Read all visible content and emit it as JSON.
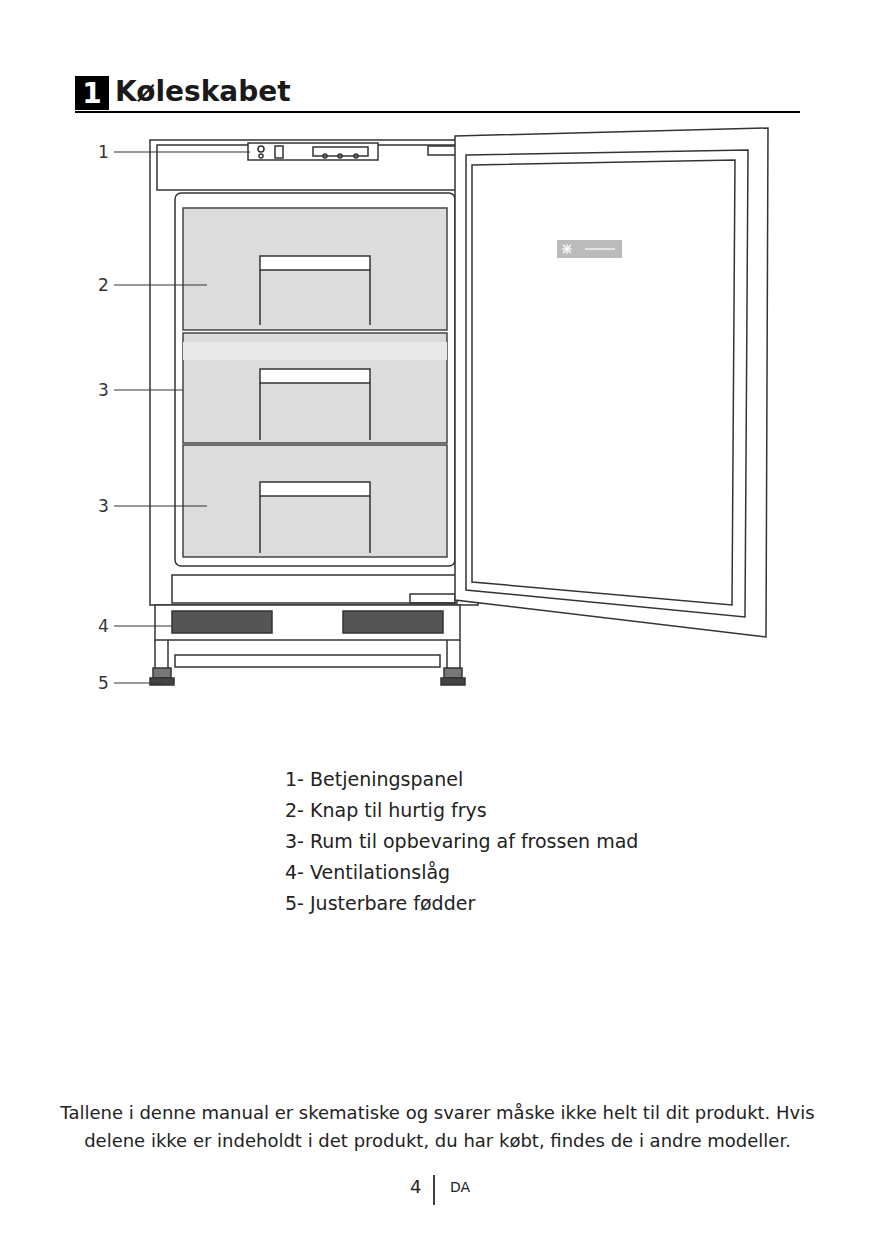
{
  "diagram": {
    "title": "Køleskabet",
    "nodes": [
      {
        "text": [
          "1"
        ]
      }
    ],
    "labels": [
      "1",
      "2",
      "3",
      "3",
      "4",
      "5",
      "1- Betjeningspanel",
      "2- Knap til hurtig frys",
      "3- Rum til opbevaring af frossen mad",
      "4- Ventilationslåg",
      "5- Justerbare fødder",
      "Tallene i denne manual er skematiske og svarer måske ikke helt til dit produkt. Hvis delene ikke er indeholdt i det produkt, du har købt, findes de i andre modeller.",
      "4",
      "DA"
    ]
  }
}
